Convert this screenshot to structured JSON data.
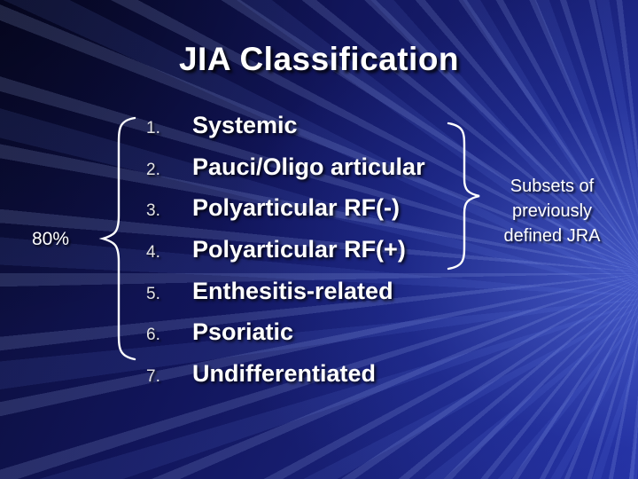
{
  "slide": {
    "title": "JIA Classification",
    "items": [
      {
        "num": "1.",
        "label": "Systemic"
      },
      {
        "num": "2.",
        "label": "Pauci/Oligo articular"
      },
      {
        "num": "3.",
        "label": "Polyarticular RF(-)"
      },
      {
        "num": "4.",
        "label": "Polyarticular RF(+)"
      },
      {
        "num": "5.",
        "label": "Enthesitis-related"
      },
      {
        "num": "6.",
        "label": "Psoriatic"
      },
      {
        "num": "7.",
        "label": "Undifferentiated"
      }
    ],
    "left_annotation": "80%",
    "right_annotation": "Subsets of previously defined JRA",
    "colors": {
      "background_dark": "#0a0c30",
      "background_light": "#232f9e",
      "ray": "#aabeff",
      "text": "#ffffff"
    }
  }
}
